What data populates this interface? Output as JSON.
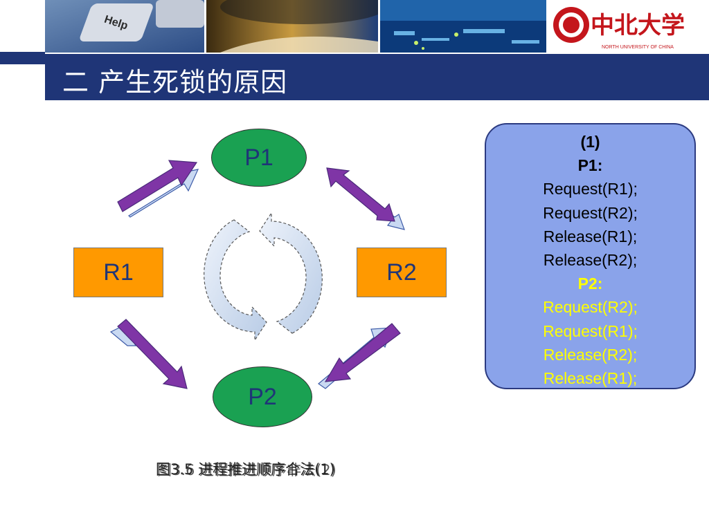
{
  "header": {
    "title": "二 产生死锁的原因",
    "logo_text": "中北大学",
    "logo_subtext": "NORTH UNIVERSITY OF CHINA",
    "keyboard_key": "Help"
  },
  "diagram": {
    "nodes": {
      "p1": "P1",
      "p2": "P2",
      "r1": "R1",
      "r2": "R2"
    }
  },
  "code": {
    "case_label": "(1)",
    "p1_label": "P1:",
    "p1_lines": [
      "Request(R1);",
      "Request(R2);",
      "Release(R1);",
      "Release(R2);"
    ],
    "p2_label": "P2:",
    "p2_lines": [
      "Request(R2);",
      "Request(R1);",
      "Release(R2);",
      "Release(R1);"
    ]
  },
  "captions": {
    "primary": "图3.5 进程推进顺序合法(1)",
    "overlay": "图3.6 进程推进顺序非法(2)"
  },
  "colors": {
    "title_bar": "#1f3577",
    "process_fill": "#1aa152",
    "resource_fill": "#ff9900",
    "arrow_fill": "#7f35a6",
    "code_bg": "#8aa3ea",
    "p2_text": "#ffff00"
  }
}
